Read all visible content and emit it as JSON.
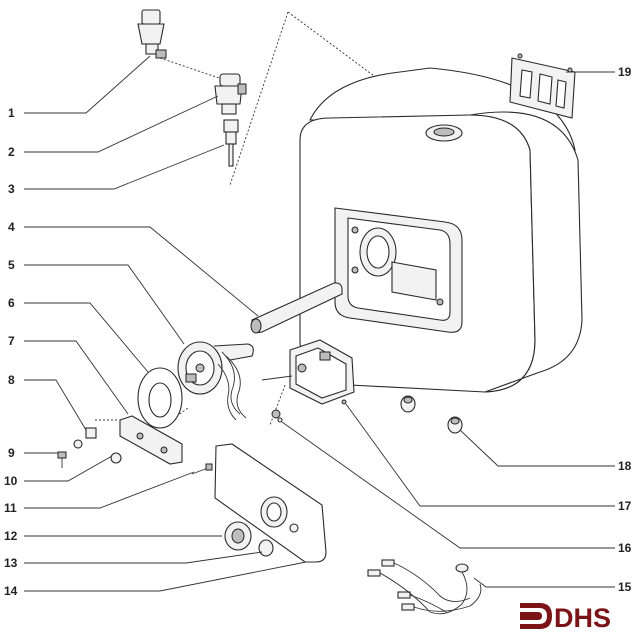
{
  "callouts": {
    "c1": "1",
    "c2": "2",
    "c3": "3",
    "c4": "4",
    "c5": "5",
    "c6": "6",
    "c7": "7",
    "c8": "8",
    "c9": "9",
    "c10": "10",
    "c11": "11",
    "c12": "12",
    "c13": "13",
    "c14": "14",
    "c15": "15",
    "c16": "16",
    "c17": "17",
    "c18": "18",
    "c19": "19"
  },
  "logo": {
    "text": "DHS",
    "color": "#7a1416"
  }
}
